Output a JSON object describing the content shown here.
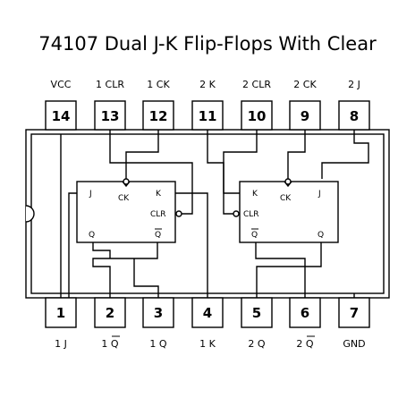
{
  "title": "74107 Dual J-K Flip-Flops With Clear",
  "top_pins": [
    {
      "num": "14",
      "label": "VCC"
    },
    {
      "num": "13",
      "label": "1 CLR"
    },
    {
      "num": "12",
      "label": "1 CK"
    },
    {
      "num": "11",
      "label": "2 K"
    },
    {
      "num": "10",
      "label": "2 CLR"
    },
    {
      "num": "9",
      "label": "2 CK"
    },
    {
      "num": "8",
      "label": "2 J"
    }
  ],
  "bottom_pins": [
    {
      "num": "1",
      "label": "1 J"
    },
    {
      "num": "2",
      "label": "1 Q",
      "overline": true
    },
    {
      "num": "3",
      "label": "1 Q"
    },
    {
      "num": "4",
      "label": "1 K"
    },
    {
      "num": "5",
      "label": "2 Q"
    },
    {
      "num": "6",
      "label": "2 Q",
      "overline": true
    },
    {
      "num": "7",
      "label": "GND"
    }
  ],
  "flipflop1": {
    "j": "J",
    "k": "K",
    "ck": "CK",
    "clr": "CLR",
    "q": "Q",
    "qbar": "Q"
  },
  "flipflop2": {
    "k": "K",
    "j": "J",
    "ck": "CK",
    "clr": "CLR",
    "qbar": "Q",
    "q": "Q"
  }
}
